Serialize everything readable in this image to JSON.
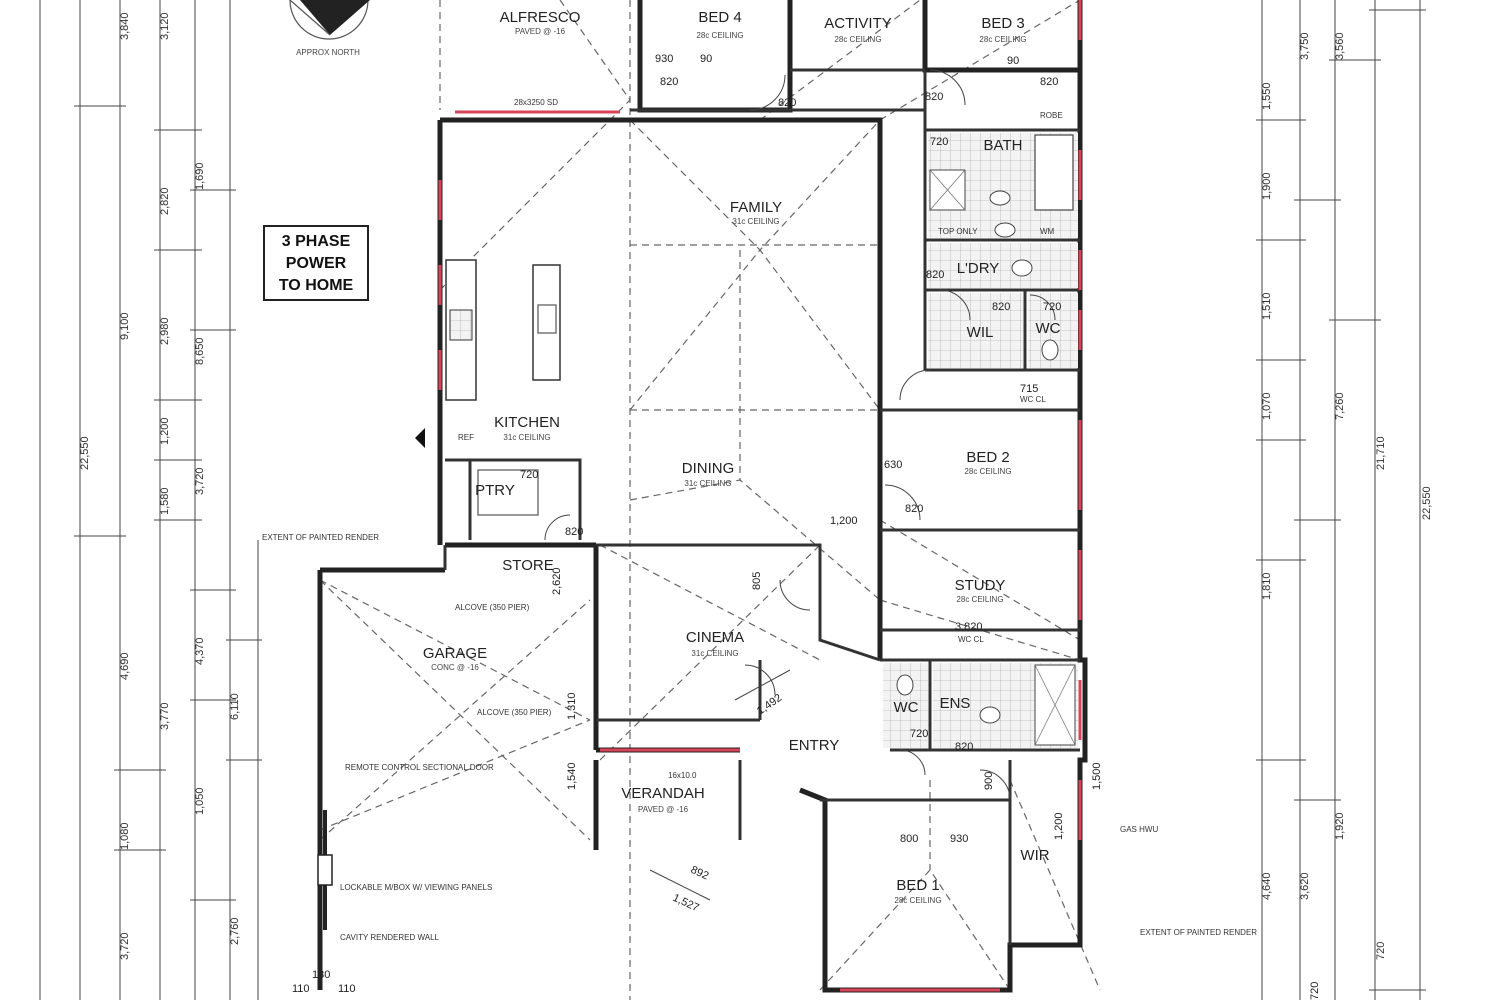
{
  "rooms": {
    "alfresco": "ALFRESCO",
    "alfresco_sub": "PAVED @ -16",
    "bed4": "BED 4",
    "bed4_sub": "28c CEILING",
    "activity": "ACTIVITY",
    "activity_sub": "28c CEILING",
    "bed3": "BED 3",
    "bed3_sub": "28c CEILING",
    "bath": "BATH",
    "family": "FAMILY",
    "family_sub": "31c CEILING",
    "ldry": "L'DRY",
    "wil": "WIL",
    "wc1": "WC",
    "kitchen": "KITCHEN",
    "kitchen_sub": "31c CEILING",
    "dining": "DINING",
    "dining_sub": "31c CEILING",
    "bed2": "BED 2",
    "bed2_sub": "28c CEILING",
    "pantry": "PTRY",
    "store": "STORE",
    "study": "STUDY",
    "study_sub": "28c CEILING",
    "garage": "GARAGE",
    "garage_sub": "CONC @ -16",
    "cinema": "CINEMA",
    "cinema_sub": "31c CEILING",
    "wc2": "WC",
    "ens": "ENS",
    "entry": "ENTRY",
    "verandah": "VERANDAH",
    "verandah_sub": "PAVED @ -16",
    "wir": "WIR",
    "bed1": "BED 1",
    "bed1_sub": "28c CEILING"
  },
  "labels": {
    "north": "APPROX NORTH",
    "power_l1": "3 PHASE",
    "power_l2": "POWER",
    "power_l3": "TO HOME",
    "sliding_door": "28x3250 SD",
    "door_size": "16x10.0",
    "remote_door": "REMOTE CONTROL SECTIONAL DOOR",
    "gas_hwu": "GAS HWU",
    "painted_render_left": "EXTENT OF PAINTED RENDER",
    "painted_render_right": "EXTENT OF PAINTED RENDER",
    "alcove1": "ALCOVE (350 PIER)",
    "alcove2": "ALCOVE (350 PIER)",
    "wc_cl1": "WC CL",
    "wc_cl2": "WC CL",
    "robe": "ROBE",
    "top_only": "TOP ONLY",
    "wm": "WM",
    "ref": "REF",
    "meter": "LOCKABLE M/BOX W/ VIEWING PANELS",
    "cavity": "CAVITY RENDERED WALL"
  },
  "dims": {
    "left_total": "22,550",
    "left_a": "9,100",
    "left_b": "4,690",
    "left_c": "3,840",
    "left_d": "1,080",
    "left_e": "3,720",
    "l2_a": "2,820",
    "l2_b": "2,980",
    "l2_c": "1,200",
    "l2_d": "1,580",
    "l2_e": "3,770",
    "l2_f": "3,120",
    "l3_a": "1,690",
    "l3_b": "8,650",
    "l3_c": "3,720",
    "l3_d": "4,370",
    "l3_e": "1,050",
    "l4_a": "6,110",
    "l4_b": "2,760",
    "right_total": "22,550",
    "right_a": "21,710",
    "r2_a": "1,550",
    "r2_b": "1,900",
    "r2_c": "1,510",
    "r2_d": "1,070",
    "r2_e": "1,810",
    "r2_f": "4,640",
    "r2_g": "3,750",
    "r3_a": "3,620",
    "r3_b": "1,920",
    "r3_c": "3,560",
    "r3_d": "7,260",
    "bed4_930": "930",
    "bed4_90": "90",
    "bed4_820": "820",
    "act_820": "820",
    "bed3_820": "820",
    "bed3_90": "90",
    "bed3_820b": "820",
    "bath_720": "720",
    "ldry_820": "820",
    "wil_820": "820",
    "wc_720": "720",
    "wc_715": "715",
    "bed2_630": "630",
    "bed2_820": "820",
    "dine_1200": "1,200",
    "study_3820": "3,820",
    "ens_720": "720",
    "ens_820": "820",
    "ptry_720": "720",
    "ptry_820": "820",
    "store_2620": "2,620",
    "g_1310": "1,310",
    "g_1540": "1,540",
    "cin_1492": "1,492",
    "cin_805": "805",
    "ver_1527": "1,527",
    "ver_892": "892",
    "bed1_800": "800",
    "bed1_930": "930",
    "bed1_900": "900",
    "bed1_1200": "1,200",
    "wir_1500": "1,500",
    "bot_130": "130",
    "bot_110a": "110",
    "bot_110b": "110",
    "bot_1720": "720",
    "r_1720": "720"
  }
}
